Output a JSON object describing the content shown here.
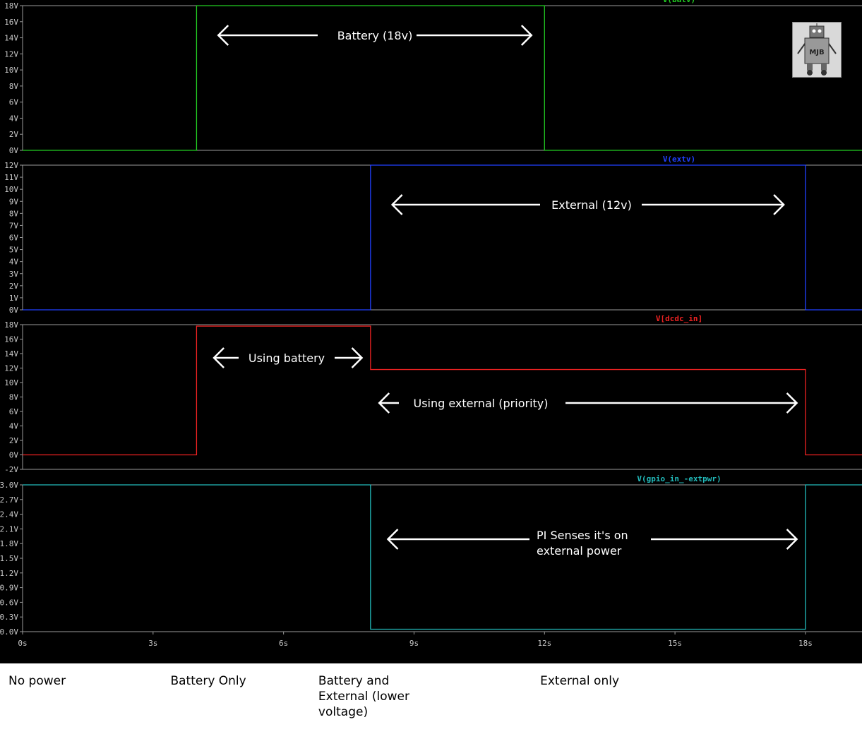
{
  "chart_data": [
    {
      "type": "line",
      "series": [
        {
          "name": "V(batv)",
          "color": "#22cc22",
          "points": [
            [
              0,
              0
            ],
            [
              4,
              0
            ],
            [
              4,
              18
            ],
            [
              12,
              18
            ],
            [
              12,
              0
            ],
            [
              19.3,
              0
            ]
          ]
        }
      ],
      "ylim": [
        0,
        18
      ],
      "yticks": [
        "0V",
        "2V",
        "4V",
        "6V",
        "8V",
        "10V",
        "12V",
        "14V",
        "16V",
        "18V"
      ],
      "annotation": "Battery (18v)",
      "arrow": [
        4.5,
        11.7
      ]
    },
    {
      "type": "line",
      "series": [
        {
          "name": "V(extv)",
          "color": "#2040ff",
          "points": [
            [
              0,
              0
            ],
            [
              8,
              0
            ],
            [
              8,
              12
            ],
            [
              18,
              12
            ],
            [
              18,
              0
            ],
            [
              19.3,
              0
            ]
          ]
        }
      ],
      "ylim": [
        0,
        12
      ],
      "yticks": [
        "0V",
        "1V",
        "2V",
        "3V",
        "4V",
        "5V",
        "6V",
        "7V",
        "8V",
        "9V",
        "10V",
        "11V",
        "12V"
      ],
      "annotation": "External (12v)",
      "arrow": [
        8.5,
        17.5
      ]
    },
    {
      "type": "line",
      "series": [
        {
          "name": "V[dcdc_in]",
          "color": "#ee2222",
          "points": [
            [
              0,
              0
            ],
            [
              4,
              0
            ],
            [
              4,
              17.8
            ],
            [
              8,
              17.8
            ],
            [
              8,
              11.8
            ],
            [
              18,
              11.8
            ],
            [
              18,
              0
            ],
            [
              19.3,
              0
            ]
          ]
        }
      ],
      "ylim": [
        -2,
        18
      ],
      "yticks": [
        "-2V",
        "0V",
        "2V",
        "4V",
        "6V",
        "8V",
        "10V",
        "12V",
        "14V",
        "16V",
        "18V"
      ],
      "annotations": [
        "Using battery",
        "Using external (priority)"
      ],
      "arrows": [
        [
          4.4,
          7.8
        ],
        [
          8.2,
          17.8
        ]
      ]
    },
    {
      "type": "line",
      "series": [
        {
          "name": "V(gpio_in_-extpwr)",
          "color": "#22bbbb",
          "points": [
            [
              0,
              3.0
            ],
            [
              8,
              3.0
            ],
            [
              8,
              0.05
            ],
            [
              18,
              0.05
            ],
            [
              18,
              3.0
            ],
            [
              19.3,
              3.0
            ]
          ]
        }
      ],
      "ylim": [
        0,
        3.0
      ],
      "yticks": [
        "0.0V",
        "0.3V",
        "0.6V",
        "0.9V",
        "1.2V",
        "1.5V",
        "1.8V",
        "2.1V",
        "2.4V",
        "2.7V",
        "3.0V"
      ],
      "annotation": [
        "PI Senses it's on",
        "external power"
      ],
      "arrow": [
        8.4,
        17.8
      ]
    }
  ],
  "xaxis": {
    "xlim": [
      0,
      19.3
    ],
    "ticks": [
      0,
      3,
      6,
      9,
      12,
      15,
      18
    ],
    "labels": [
      "0s",
      "3s",
      "6s",
      "9s",
      "12s",
      "15s",
      "18s"
    ]
  },
  "phases": [
    {
      "label": "No power",
      "x": 0
    },
    {
      "label": "Battery Only",
      "x": 3.4
    },
    {
      "label": "Battery and\nExternal (lower\nvoltage)",
      "x": 6.8
    },
    {
      "label": "External only",
      "x": 11.9
    }
  ],
  "badge": {
    "text": "MJB",
    "icon": "robot-logo-icon"
  },
  "colors": {
    "background": "#000000",
    "grid": "#9a9a9a"
  }
}
